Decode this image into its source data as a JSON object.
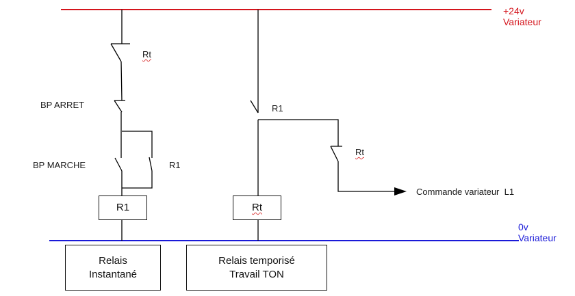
{
  "diagram": {
    "supply_positive": {
      "line1": "+24v",
      "line2": "Variateur",
      "color": "#d4141c"
    },
    "supply_zero": {
      "line1": "0v",
      "line2": "Variateur",
      "color": "#1a1ad8"
    },
    "rung1": {
      "contact_rt_label": "Rt",
      "bp_arret_label": "BP ARRET",
      "bp_marche_label": "BP MARCHE",
      "self_hold_label": "R1",
      "coil_label": "R1",
      "caption_line1": "Relais",
      "caption_line2": "Instantané"
    },
    "rung2": {
      "contact_r1_label": "R1",
      "contact_rt_label": "Rt",
      "output_label": "Commande variateur  L1",
      "coil_label": "Rt",
      "caption_line1": "Relais temporisé",
      "caption_line2": "Travail TON"
    }
  }
}
